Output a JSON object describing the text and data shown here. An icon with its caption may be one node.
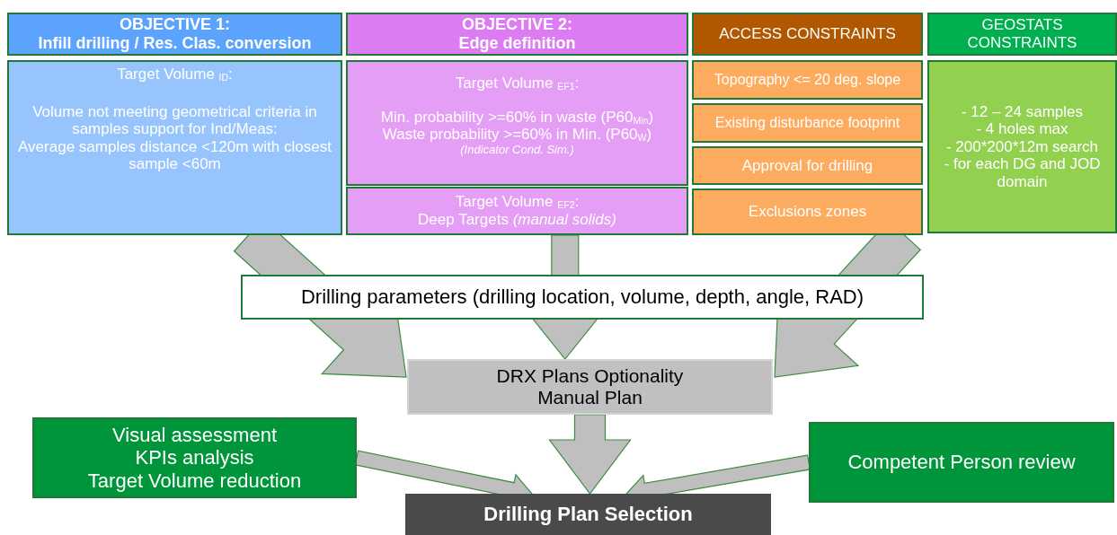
{
  "diagram": {
    "nodes": [
      {
        "text": [
          "OBJECTIVE 1:",
          "Infill drilling / Res. Clas. conversion"
        ]
      },
      {
        "text": [
          "Target Volume $_{ID}$:",
          "Volume not meeting geometrical criteria in samples support for Ind/Meas:",
          "Average samples distance <120m with closest sample <60m"
        ]
      },
      {
        "text": [
          "OBJECTIVE 2:",
          "Edge definition"
        ]
      },
      {
        "text": [
          "Target Volume $_{EF1}$:",
          "Min. probability >=60% in waste (P60$_{Min}$)",
          "Waste probability >=60% in Min. (P60$_{W}$)",
          "(Indicator Cond. Sim.)"
        ]
      },
      {
        "text": [
          "Target Volume $_{EF2}$:",
          "Deep Targets *(manual solids)*"
        ]
      },
      {
        "text": [
          "ACCESS CONSTRAINTS"
        ]
      },
      {
        "text": [
          "Topography <= 20 deg. slope"
        ]
      },
      {
        "text": [
          "Existing disturbance footprint"
        ]
      },
      {
        "text": [
          "Approval for drilling"
        ]
      },
      {
        "text": [
          "Exclusions zones"
        ]
      },
      {
        "text": [
          "GEOSTATS CONSTRAINTS"
        ]
      },
      {
        "text": [
          "- 12 – 24 samples",
          "- 4 holes max",
          "- 200*200*12m search",
          "- for each DG and JOD domain"
        ]
      },
      {
        "text": [
          "Drilling parameters (drilling location, volume, depth, angle, RAD)"
        ]
      },
      {
        "text": [
          "DRX Plans Optionality",
          "Manual Plan"
        ]
      },
      {
        "text": [
          "Visual assessment",
          "KPIs analysis",
          "Target Volume reduction"
        ]
      },
      {
        "text": [
          "Competent Person review"
        ]
      },
      {
        "text": [
          "Drilling Plan Selection"
        ]
      }
    ],
    "edges": [
      {
        "from": 1,
        "to": 13,
        "arrow": "to"
      },
      {
        "from": 4,
        "to": 13,
        "arrow": "to"
      },
      {
        "from": 9,
        "to": 13,
        "arrow": "to"
      },
      {
        "from": 13,
        "to": 16,
        "arrow": "to"
      },
      {
        "from": 14,
        "to": 16,
        "arrow": "to"
      },
      {
        "from": 15,
        "to": 16,
        "arrow": "to"
      }
    ]
  }
}
